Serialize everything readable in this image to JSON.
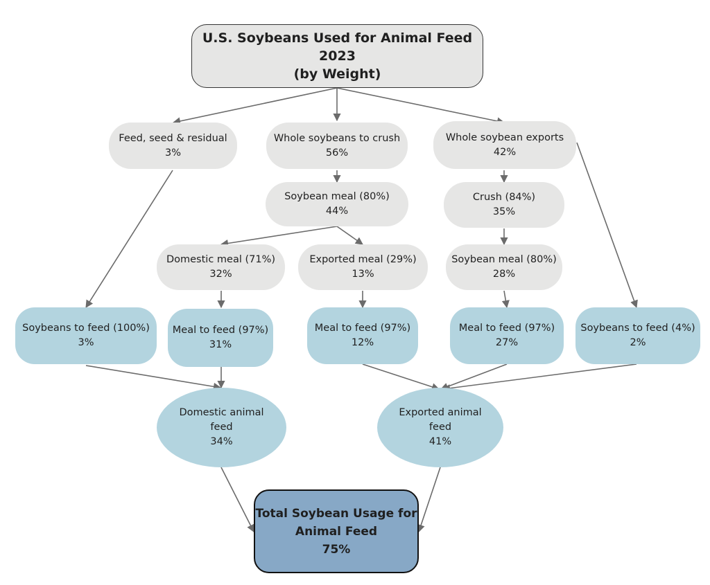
{
  "title": {
    "line1": "U.S. Soybeans Used for Animal Feed 2023",
    "line2": "(by Weight)"
  },
  "nodes": {
    "feed_seed_residual": {
      "label": "Feed, seed & residual",
      "value": "3%"
    },
    "whole_crush": {
      "label": "Whole soybeans to crush",
      "value": "56%"
    },
    "whole_exports": {
      "label": "Whole soybean exports",
      "value": "42%"
    },
    "soybean_meal_crush": {
      "label": "Soybean meal (80%)",
      "value": "44%"
    },
    "export_crush": {
      "label": "Crush (84%)",
      "value": "35%"
    },
    "domestic_meal": {
      "label": "Domestic meal (71%)",
      "value": "32%"
    },
    "exported_meal": {
      "label": "Exported meal (29%)",
      "value": "13%"
    },
    "export_soybean_meal": {
      "label": "Soybean meal (80%)",
      "value": "28%"
    },
    "soybeans_to_feed_domestic": {
      "label": "Soybeans to feed (100%)",
      "value": "3%"
    },
    "meal_to_feed_domestic": {
      "label": "Meal to feed (97%)",
      "value": "31%"
    },
    "meal_to_feed_exported": {
      "label": "Meal to feed (97%)",
      "value": "12%"
    },
    "meal_to_feed_export_crush": {
      "label": "Meal to feed (97%)",
      "value": "27%"
    },
    "soybeans_to_feed_exports": {
      "label": "Soybeans to feed (4%)",
      "value": "2%"
    },
    "domestic_animal_feed": {
      "line1": "Domestic animal",
      "line2": "feed",
      "value": "34%"
    },
    "exported_animal_feed": {
      "line1": "Exported animal",
      "line2": "feed",
      "value": "41%"
    }
  },
  "total": {
    "line1": "Total Soybean Usage for",
    "line2": "Animal Feed",
    "value": "75%"
  },
  "colors": {
    "grey_node": "#e6e6e5",
    "blue_node": "#b3d4df",
    "total_node": "#87a8c6",
    "arrow": "#6b6b6b"
  }
}
